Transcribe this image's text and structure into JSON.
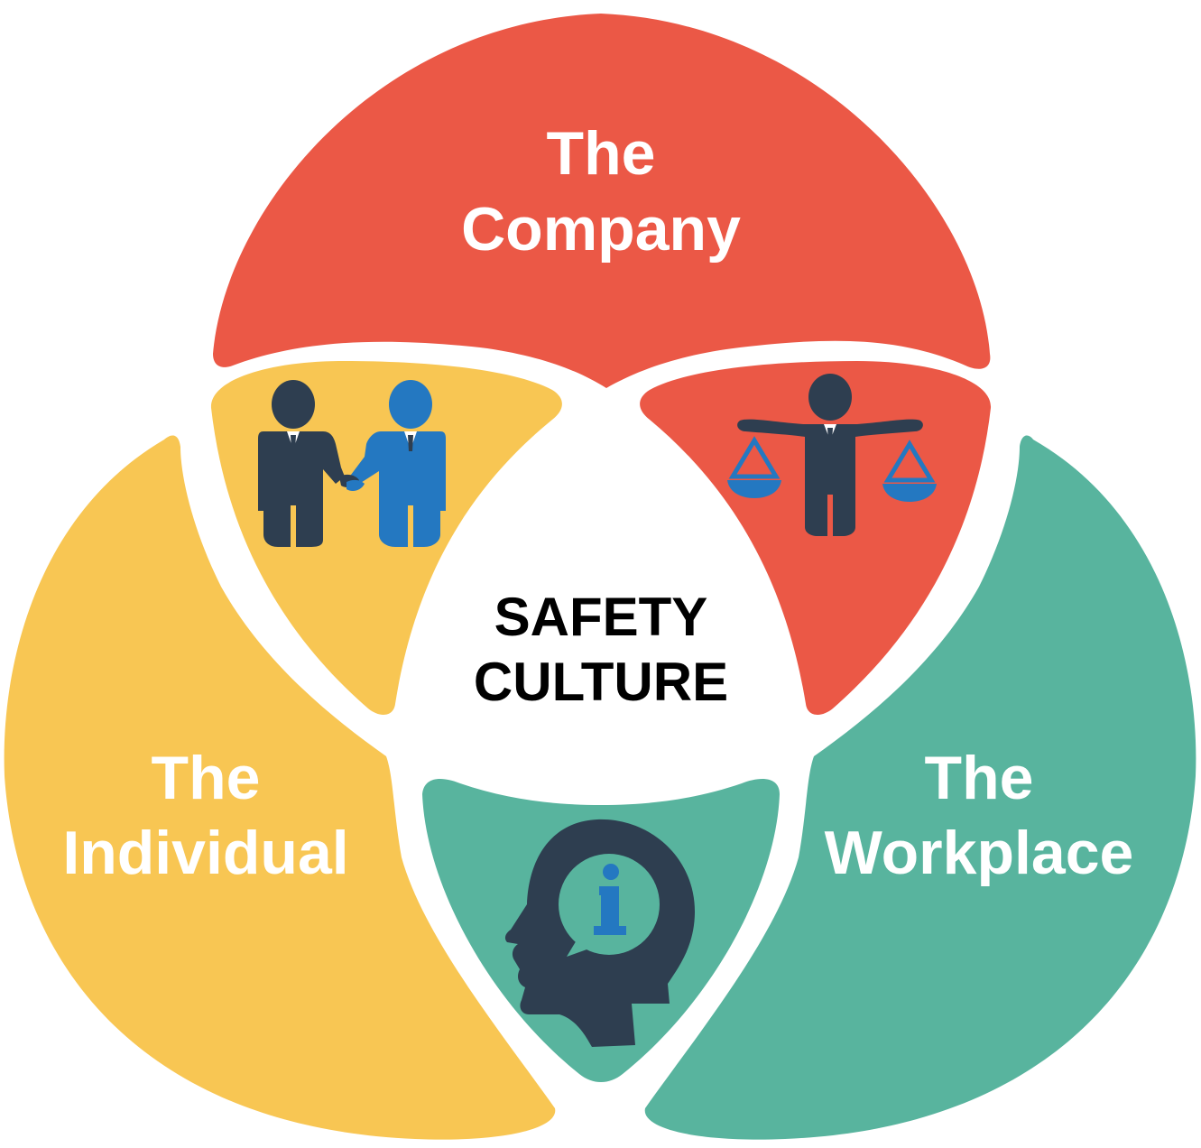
{
  "center": {
    "line1": "SAFETY",
    "line2": "CULTURE"
  },
  "company": {
    "line1": "The",
    "line2": "Company",
    "color": "#EB5846"
  },
  "individual": {
    "line1": "The",
    "line2": "Individual",
    "color": "#F8C653"
  },
  "workplace": {
    "line1": "The",
    "line2": "Workplace",
    "color": "#58B49E"
  },
  "icons": {
    "handshake": "handshake-icon",
    "balance": "balance-scale-icon",
    "info_head": "head-info-icon"
  },
  "palette": {
    "text_light": "#FFFFFF",
    "text_dark": "#000000",
    "icon_dark": "#2E3E50",
    "icon_blue": "#2478C1"
  }
}
